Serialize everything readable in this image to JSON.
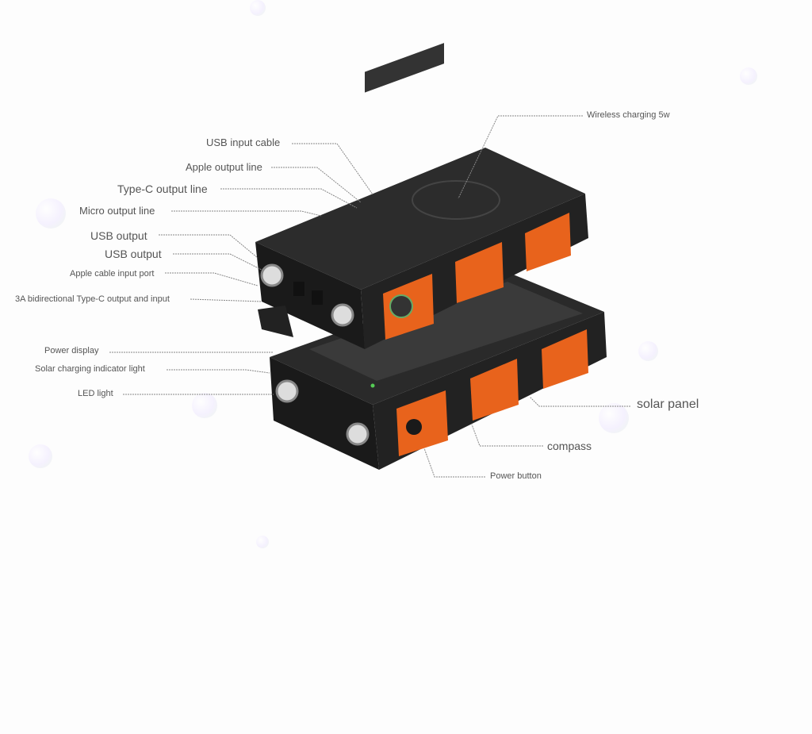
{
  "labels": {
    "wireless_charging": "Wireless charging 5w",
    "usb_input_cable": "USB input cable",
    "apple_output_line": "Apple output line",
    "type_c_output_line": "Type-C output line",
    "micro_output_line": "Micro output line",
    "usb_output_1": "USB output",
    "usb_output_2": "USB output",
    "apple_cable_input_port": "Apple cable input port",
    "type_c_bidirectional": "3A bidirectional Type-C output and input",
    "power_display": "Power display",
    "solar_indicator": "Solar charging indicator light",
    "led_light": "LED light",
    "solar_panel": "solar panel",
    "compass": "compass",
    "power_button": "Power button"
  },
  "colors": {
    "body": "#1e1e1e",
    "accent": "#e8631c",
    "text": "#555555",
    "leader": "#888888"
  }
}
